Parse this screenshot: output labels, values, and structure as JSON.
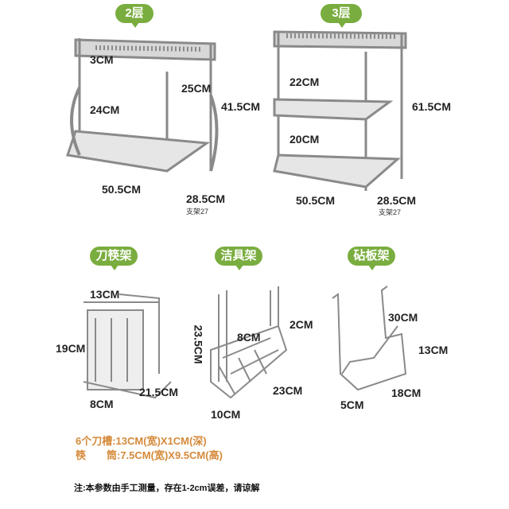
{
  "colors": {
    "accent": "#7aad3f",
    "note": "#d58a3a"
  },
  "two_tier": {
    "label": "2层",
    "dims": {
      "top_gap": "3CM",
      "depth_top": "25CM",
      "tier_gap": "24CM",
      "height": "41.5CM",
      "width": "50.5CM",
      "depth": "28.5CM",
      "bracket": "支架27"
    }
  },
  "three_tier": {
    "label": "3层",
    "dims": {
      "gap_top": "22CM",
      "height": "61.5CM",
      "gap_bottom": "20CM",
      "width": "50.5CM",
      "depth": "28.5CM",
      "bracket": "支架27"
    }
  },
  "knife_rack": {
    "label": "刀筷架",
    "dims": {
      "width": "13CM",
      "height": "19CM",
      "depth": "8CM",
      "length": "21.5CM"
    }
  },
  "cleaning_rack": {
    "label": "洁具架",
    "dims": {
      "height": "23.5CM",
      "inner": "8CM",
      "lip": "2CM",
      "length": "23CM",
      "width": "10CM"
    }
  },
  "board_rack": {
    "label": "砧板架",
    "dims": {
      "height": "30CM",
      "step": "13CM",
      "length": "18CM",
      "width": "5CM"
    }
  },
  "notes": {
    "line1": "6个刀槽:13CM(宽)X1CM(深)",
    "line2": "筷　　筒:7.5CM(宽)X9.5CM(高)"
  },
  "footer": "注:本参数由手工测量，存在1-2cm误差，请谅解"
}
